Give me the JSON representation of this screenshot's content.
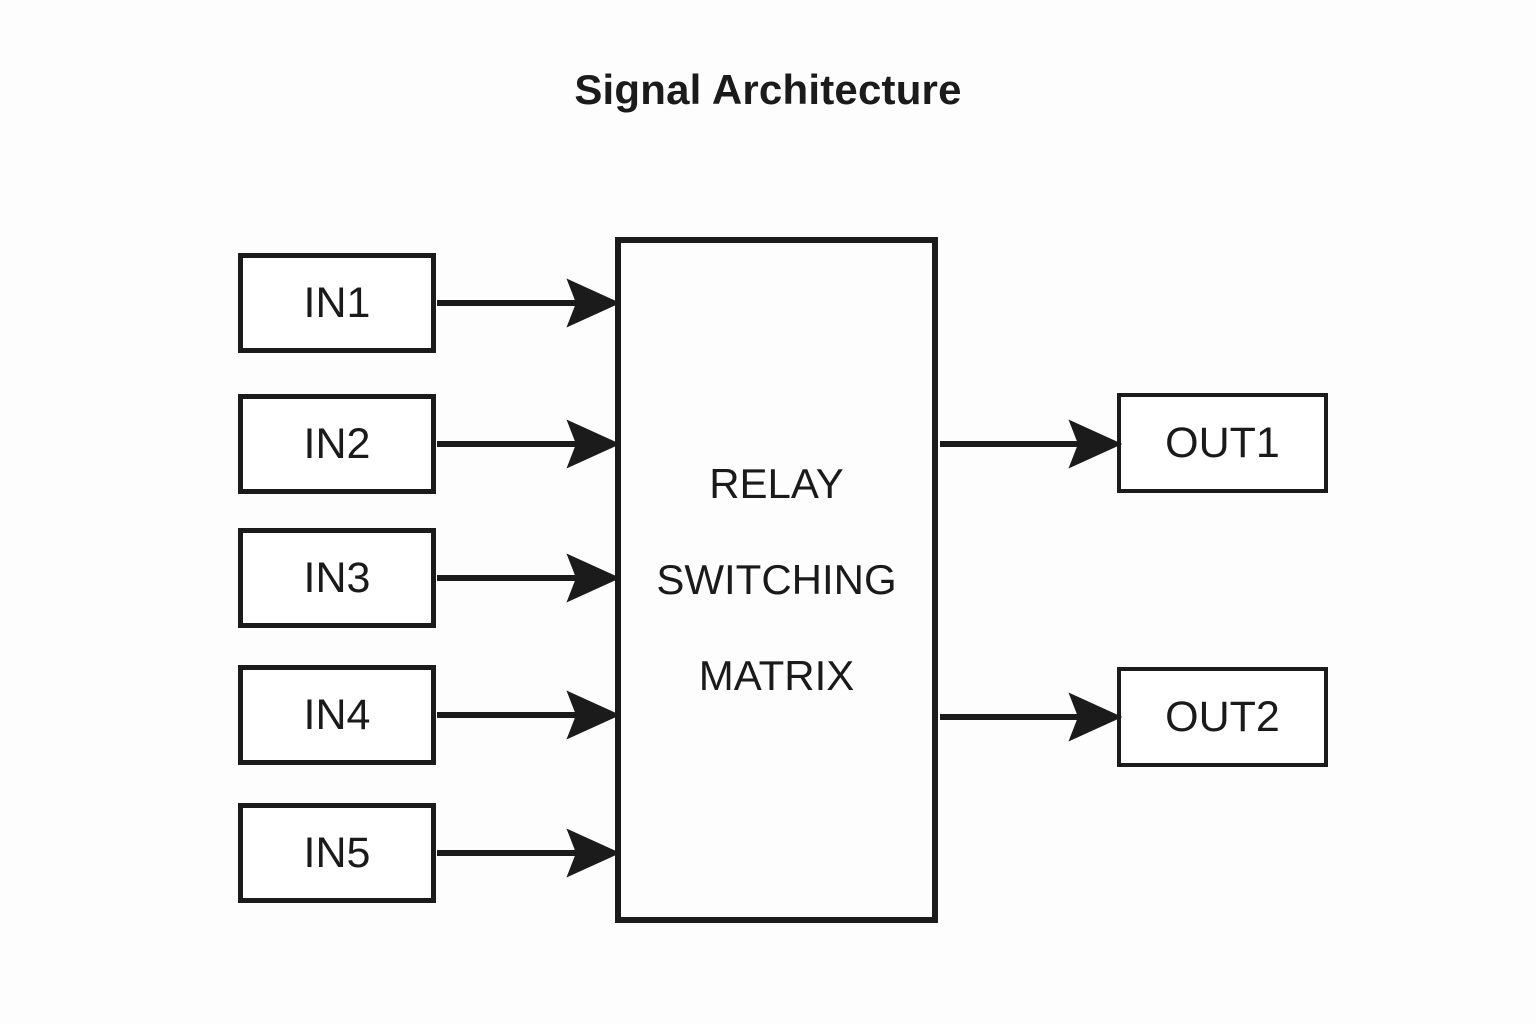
{
  "diagram": {
    "title": "Signal Architecture",
    "background_color": "#fdfdfd",
    "stroke_color": "#1b1b1b",
    "text_color": "#1a1a1a",
    "inputs": [
      {
        "label": "IN1"
      },
      {
        "label": "IN2"
      },
      {
        "label": "IN3"
      },
      {
        "label": "IN4"
      },
      {
        "label": "IN5"
      }
    ],
    "processor": {
      "lines": [
        "RELAY",
        "SWITCHING",
        "MATRIX"
      ]
    },
    "outputs": [
      {
        "label": "OUT1"
      },
      {
        "label": "OUT2"
      }
    ],
    "connections": [
      {
        "from": "IN1",
        "to": "RELAY SWITCHING MATRIX"
      },
      {
        "from": "IN2",
        "to": "RELAY SWITCHING MATRIX"
      },
      {
        "from": "IN3",
        "to": "RELAY SWITCHING MATRIX"
      },
      {
        "from": "IN4",
        "to": "RELAY SWITCHING MATRIX"
      },
      {
        "from": "IN5",
        "to": "RELAY SWITCHING MATRIX"
      },
      {
        "from": "RELAY SWITCHING MATRIX",
        "to": "OUT1"
      },
      {
        "from": "RELAY SWITCHING MATRIX",
        "to": "OUT2"
      }
    ]
  }
}
